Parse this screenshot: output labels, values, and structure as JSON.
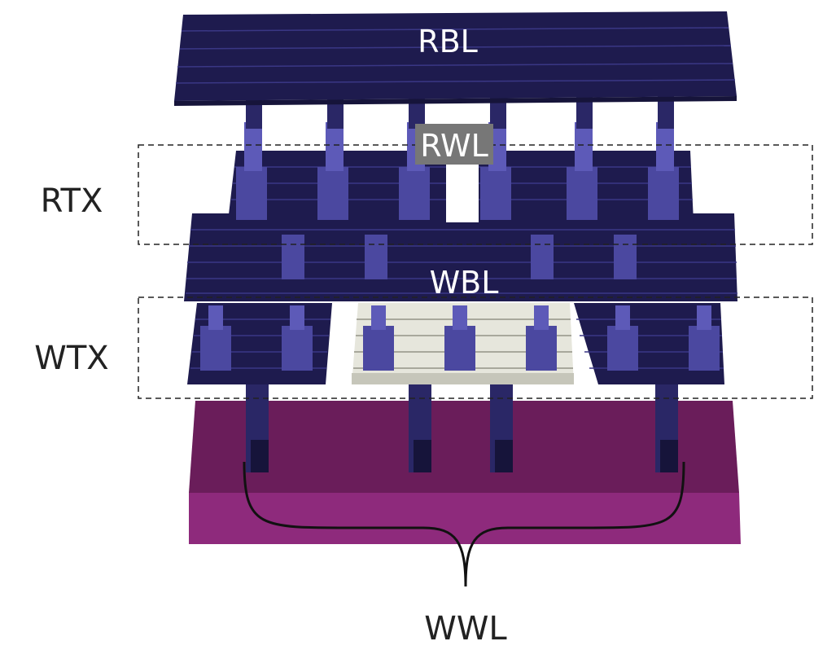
{
  "labels": {
    "rbl": "RBL",
    "rwl": "RWL",
    "rtx": "RTX",
    "wbl": "WBL",
    "wtx": "WTX",
    "wwl": "WWL"
  },
  "colors": {
    "navy_dark": "#1e1b4e",
    "navy_mid": "#27245f",
    "navy_line": "#3a3785",
    "pillar": "#4b48a0",
    "pillar_light": "#5d5ab8",
    "white_block": "#e6e6dc",
    "white_block_line": "#a8a89c",
    "magenta_top": "#6a1d5a",
    "magenta_front": "#8e2a7c",
    "rwl_bg": "#777777"
  }
}
